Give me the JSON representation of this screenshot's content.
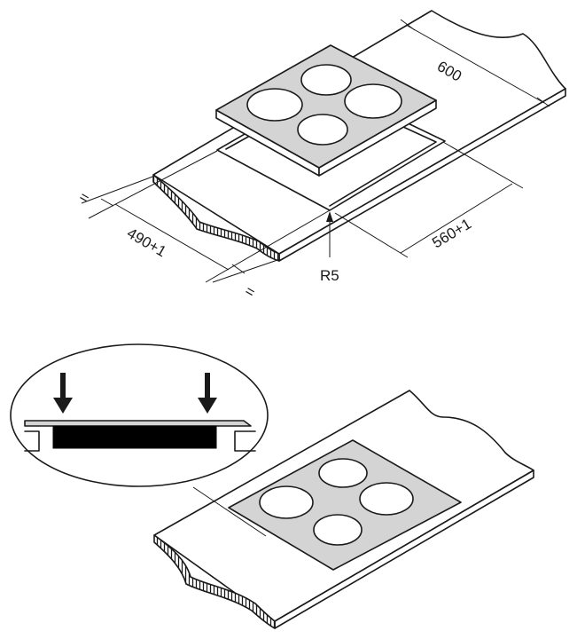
{
  "top_diagram": {
    "dim_depth": "600",
    "dim_cutout_depth": "560+1",
    "dim_cutout_width": "490+1",
    "corner_radius": "R5",
    "equal_mark_left": "=",
    "equal_mark_bottom": "="
  },
  "colors": {
    "line": "#1a1a1a",
    "glass": "#d4d4d4",
    "gasket": "#000000",
    "background": "#ffffff"
  }
}
